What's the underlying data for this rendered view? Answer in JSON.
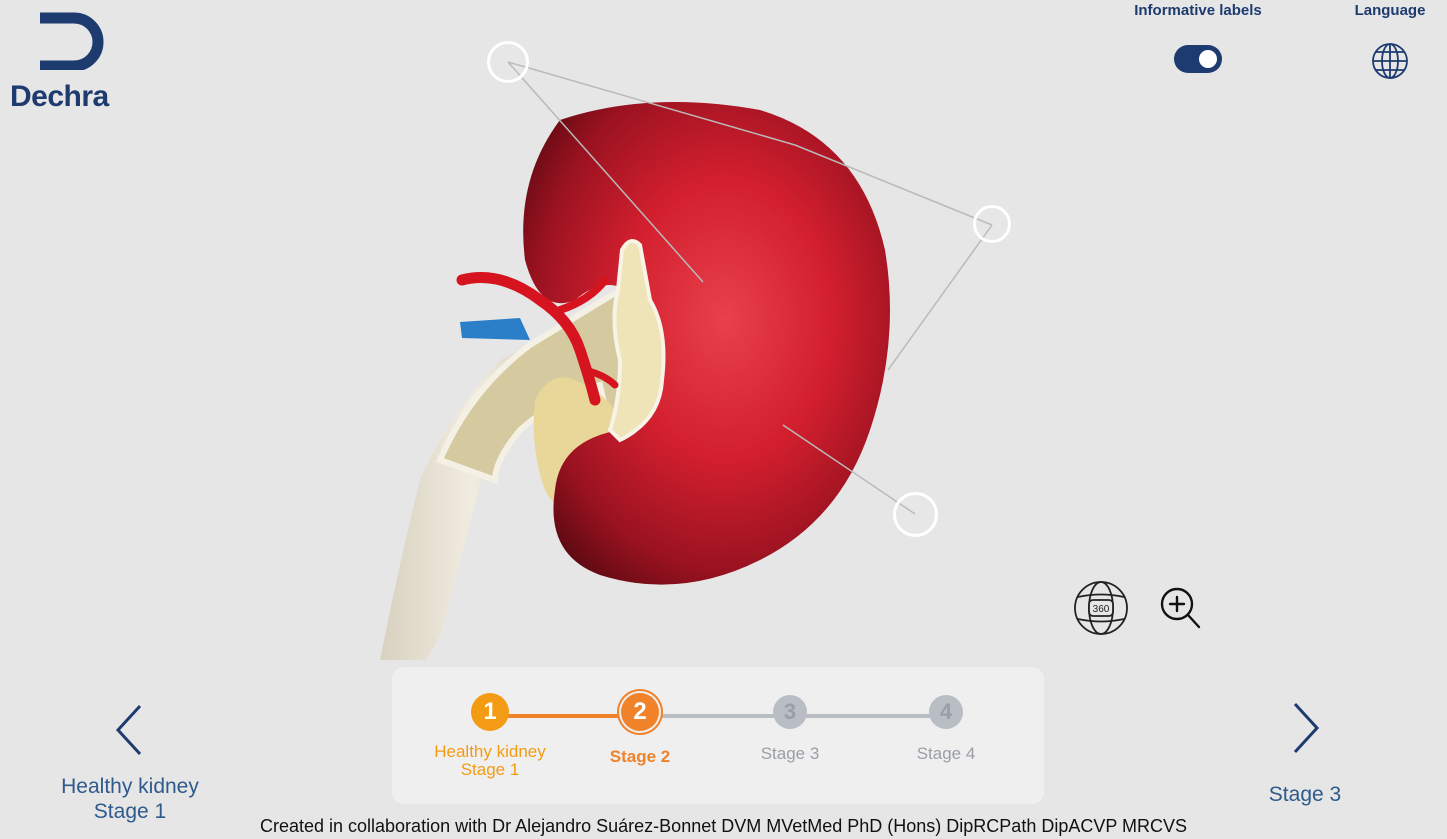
{
  "brand": {
    "name": "Dechra",
    "color": "#1d3b6f"
  },
  "top_controls": {
    "informative_labels": {
      "label": "Informative labels",
      "enabled": true
    },
    "language": {
      "label": "Language",
      "icon": "globe-icon"
    }
  },
  "tools": [
    {
      "name": "360-rotate",
      "icon": "rotate-360-icon",
      "text": "360"
    },
    {
      "name": "zoom",
      "icon": "zoom-in-icon"
    }
  ],
  "nav": {
    "prev": {
      "line1": "Healthy kidney",
      "line2": "Stage 1"
    },
    "next": {
      "label": "Stage 3"
    }
  },
  "stepper": {
    "steps": [
      {
        "number": "1",
        "line1": "Healthy kidney",
        "line2": "Stage 1",
        "state": "done"
      },
      {
        "number": "2",
        "line1": "Stage 2",
        "line2": "",
        "state": "active"
      },
      {
        "number": "3",
        "line1": "Stage 3",
        "line2": "",
        "state": "todo"
      },
      {
        "number": "4",
        "line1": "Stage 4",
        "line2": "",
        "state": "todo"
      }
    ],
    "colors": {
      "done": "#f39b14",
      "active": "#f0822a",
      "todo": "#b9bdc4"
    }
  },
  "footer": {
    "credit": "Created in collaboration with Dr Alejandro Suárez-Bonnet DVM MVetMed PhD (Hons) DipRCPath DipACVP MRCVS"
  }
}
